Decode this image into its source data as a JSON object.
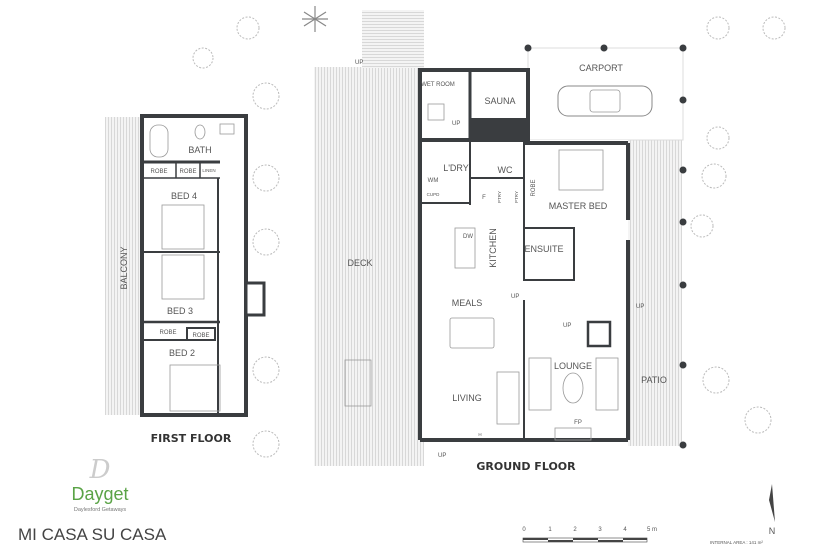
{
  "first_floor": {
    "title": "FIRST FLOOR",
    "rooms": {
      "bath": "BATH",
      "robe1": "ROBE",
      "robe2": "ROBE",
      "linen": "LINEN",
      "bed4": "BED 4",
      "bed3": "BED 3",
      "robe3": "ROBE",
      "robe4": "ROBE",
      "bed2": "BED 2",
      "balcony": "BALCONY"
    }
  },
  "ground_floor": {
    "title": "GROUND FLOOR",
    "rooms": {
      "wet_room": "WET ROOM",
      "sauna": "SAUNA",
      "carport": "CARPORT",
      "laundry": "L'DRY",
      "wc": "WC",
      "wm": "WM",
      "cupd": "CUPD",
      "f": "F",
      "ptry1": "PTRY",
      "ptry2": "PTRY",
      "robe": "ROBE",
      "master_bed": "MASTER BED",
      "dw": "DW",
      "kitchen": "KITCHEN",
      "ensuite": "ENSUITE",
      "deck": "DECK",
      "meals": "MEALS",
      "lounge": "LOUNGE",
      "living": "LIVING",
      "fp": "FP",
      "h": "H",
      "patio": "PATIO"
    },
    "stairs": {
      "up1": "UP",
      "up2": "UP",
      "up3": "UP",
      "up4": "UP",
      "up5": "UP",
      "up6": "UP"
    }
  },
  "logo": {
    "letter": "D",
    "name": "Dayget",
    "tagline": "Daylesford Getaways",
    "color": "#5aa346"
  },
  "property_name": "MI CASA SU CASA",
  "scale_bar": {
    "ticks": [
      "0",
      "1",
      "2",
      "3",
      "4",
      "5 m"
    ]
  },
  "north": {
    "label": "N"
  },
  "internal_area": "INTERNAL AREA : 141 m²"
}
